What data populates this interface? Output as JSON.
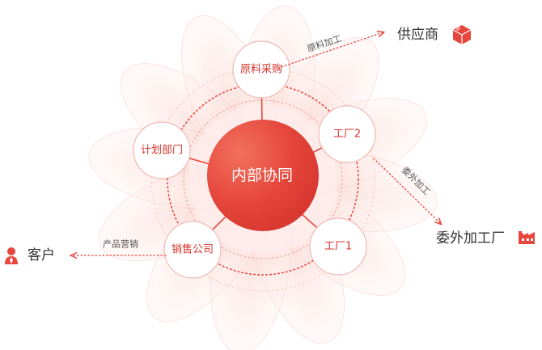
{
  "center": {
    "label": "内部协同"
  },
  "nodes": {
    "procurement": "原料采购",
    "factory2": "工厂2",
    "factory1": "工厂1",
    "sales": "销售公司",
    "planning": "计划部门"
  },
  "external": {
    "supplier": "供应商",
    "outsource": "委外加工厂",
    "customer": "客户"
  },
  "edges": {
    "to_supplier": "原料加工",
    "to_outsource": "委外加工",
    "to_customer": "产品营销"
  },
  "colors": {
    "accent": "#e8453c",
    "accent_dark": "#d5332c",
    "petal": "#fbe3df",
    "node_border": "#f0b8b2"
  },
  "icons": {
    "supplier": "box-icon",
    "outsource": "factory-icon",
    "customer": "person-icon"
  }
}
